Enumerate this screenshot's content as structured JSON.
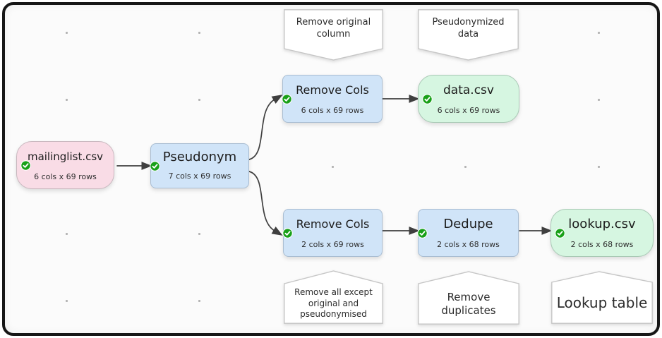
{
  "diagram": {
    "nodes": [
      {
        "title": "mailinglist.csv",
        "subtitle": "6 cols x 69 rows",
        "kind": "input",
        "status": "ok"
      },
      {
        "title": "Pseudonym",
        "subtitle": "7 cols x 69 rows",
        "kind": "transform",
        "status": "ok"
      },
      {
        "title": "Remove Cols",
        "subtitle": "6 cols x 69 rows",
        "kind": "transform",
        "status": "ok"
      },
      {
        "title": "data.csv",
        "subtitle": "6 cols x 69 rows",
        "kind": "output",
        "status": "ok"
      },
      {
        "title": "Remove Cols",
        "subtitle": "2 cols x 69 rows",
        "kind": "transform",
        "status": "ok"
      },
      {
        "title": "Dedupe",
        "subtitle": "2 cols x 68 rows",
        "kind": "transform",
        "status": "ok"
      },
      {
        "title": "lookup.csv",
        "subtitle": "2 cols x 68 rows",
        "kind": "output",
        "status": "ok"
      }
    ],
    "comments": [
      {
        "text": "Remove original\ncolumn"
      },
      {
        "text": "Pseudonymized\ndata"
      },
      {
        "text": "Remove all except\noriginal and\npseudonymised"
      },
      {
        "text": "Remove\nduplicates"
      },
      {
        "text": "Lookup table"
      }
    ]
  },
  "colors": {
    "input-fill": "#f9dce6",
    "input-border": "#c9b8bf",
    "transform-fill": "#d0e4f8",
    "transform-border": "#a9bdd2",
    "output-fill": "#d6f6e1",
    "output-border": "#a9c9b5",
    "comment-fill": "#ffffff",
    "comment-border": "#c6c6c6",
    "arrow": "#3f3f3f",
    "check-green": "#18a018",
    "dot": "#b3b3b3",
    "text": "#1c1c1c",
    "frame": "#161616",
    "canvas-bg": "#fbfbfb"
  }
}
